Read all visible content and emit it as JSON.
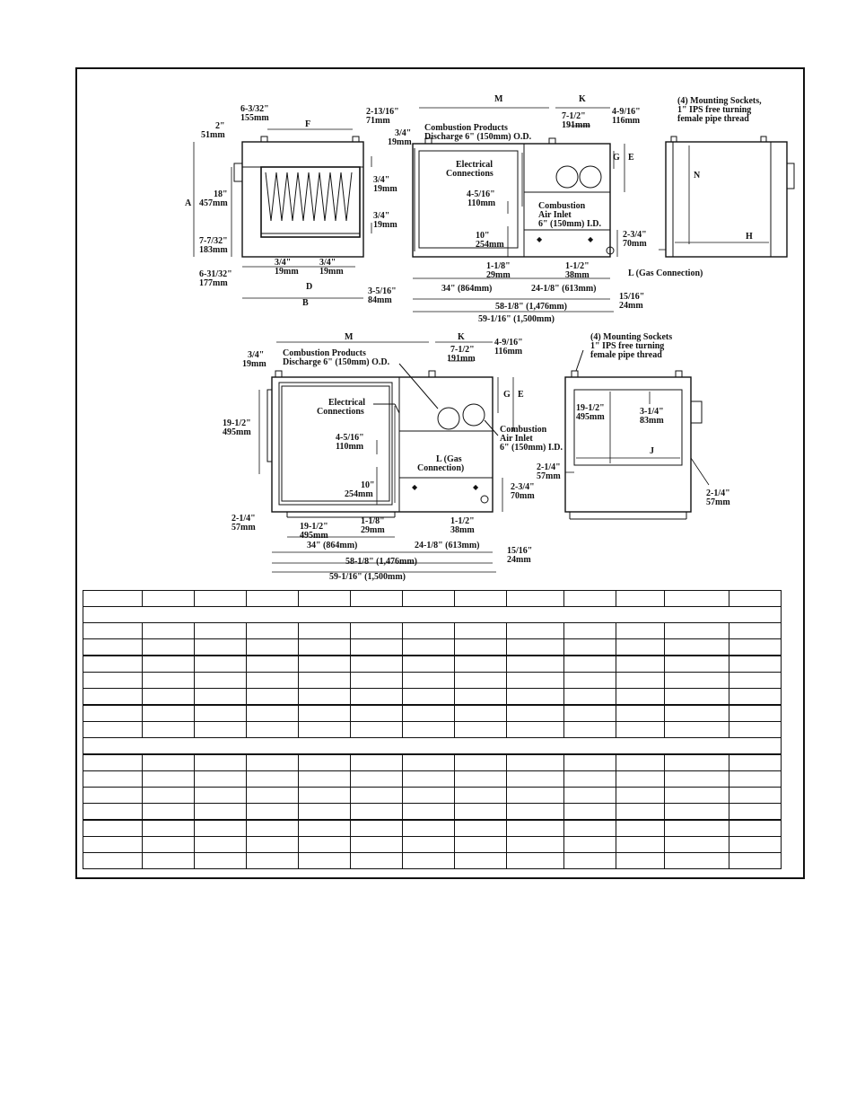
{
  "top_left_view": {
    "labels": {
      "d1": "6-3/32\"",
      "d1m": "155mm",
      "d2": "2\"",
      "d2m": "51mm",
      "F": "F",
      "A": "A",
      "d3": "18\"",
      "d3m": "457mm",
      "d4": "7-7/32\"",
      "d4m": "183mm",
      "d5": "3/4\"",
      "d5m": "19mm",
      "d6": "3/4\"",
      "d6m": "19mm",
      "d7": "3/4\"",
      "d7m": "19mm",
      "d8": "3/4\"",
      "d8m": "19mm",
      "d9": "6-31/32\"",
      "d9m": "177mm",
      "D": "D",
      "d10": "3-5/16\"",
      "d10m": "84mm",
      "B": "B"
    }
  },
  "top_middle_view": {
    "labels": {
      "M": "M",
      "K": "K",
      "d1": "2-13/16\"",
      "d1m": "71mm",
      "d2": "3/4\"",
      "d2m": "19mm",
      "cp1": "Combustion Products",
      "cp2": "Discharge 6\" (150mm) O.D.",
      "d3": "7-1/2\"",
      "d3m": "191mm",
      "d4": "4-9/16\"",
      "d4m": "116mm",
      "ec1": "Electrical",
      "ec2": "Connections",
      "G": "G",
      "E": "E",
      "d5": "4-5/16\"",
      "d5m": "110mm",
      "ca1": "Combustion",
      "ca2": "Air Inlet",
      "ca3": "6\" (150mm) I.D.",
      "d6": "10\"",
      "d6m": "254mm",
      "d7": "2-3/4\"",
      "d7m": "70mm",
      "d8": "1-1/8\"",
      "d8m": "29mm",
      "d9": "1-1/2\"",
      "d9m": "38mm",
      "L": "L (Gas Connection)",
      "w1": "34\" (864mm)",
      "w2": "24-1/8\" (613mm)",
      "d10": "15/16\"",
      "d10m": "24mm",
      "w3": "58-1/8\" (1,476mm)",
      "w4": "59-1/16\" (1,500mm)"
    }
  },
  "top_right_view": {
    "labels": {
      "ms1": "(4) Mounting Sockets,",
      "ms2": "1\" IPS free turning",
      "ms3": "female pipe thread",
      "N": "N",
      "H": "H"
    }
  },
  "bottom_left_view": {
    "labels": {
      "M": "M",
      "K": "K",
      "d1": "3/4\"",
      "d1m": "19mm",
      "cp1": "Combustion Products",
      "cp2": "Discharge 6\" (150mm) O.D.",
      "d2": "7-1/2\"",
      "d2m": "191mm",
      "d3": "4-9/16\"",
      "d3m": "116mm",
      "G": "G",
      "E": "E",
      "d4": "19-1/2\"",
      "d4m": "495mm",
      "ec1": "Electrical",
      "ec2": "Connections",
      "d5": "4-5/16\"",
      "d5m": "110mm",
      "ca1": "Combustion",
      "ca2": "Air Inlet",
      "ca3": "6\" (150mm) I.D.",
      "L1": "L  (Gas",
      "L2": "Connection)",
      "d6": "10\"",
      "d6m": "254mm",
      "d7": "2-3/4\"",
      "d7m": "70mm",
      "d8": "2-1/4\"",
      "d8m": "57mm",
      "d9": "19-1/2\"",
      "d9m": "495mm",
      "d10": "1-1/8\"",
      "d10m": "29mm",
      "d11": "1-1/2\"",
      "d11m": "38mm",
      "w1": "34\" (864mm)",
      "w2": "24-1/8\" (613mm)",
      "d12": "15/16\"",
      "d12m": "24mm",
      "w3": "58-1/8\" (1,476mm)",
      "w4": "59-1/16\" (1,500mm)"
    }
  },
  "bottom_right_view": {
    "labels": {
      "ms1": "(4) Mounting Sockets",
      "ms2": "1\" IPS free turning",
      "ms3": "female pipe thread",
      "d1": "19-1/2\"",
      "d1m": "495mm",
      "d2": "3-1/4\"",
      "d2m": "83mm",
      "J": "J",
      "d3": "2-1/4\"",
      "d3m": "57mm",
      "d4": "2-1/4\"",
      "d4m": "57mm"
    }
  },
  "table": {
    "columns": 13,
    "rows": 17
  }
}
